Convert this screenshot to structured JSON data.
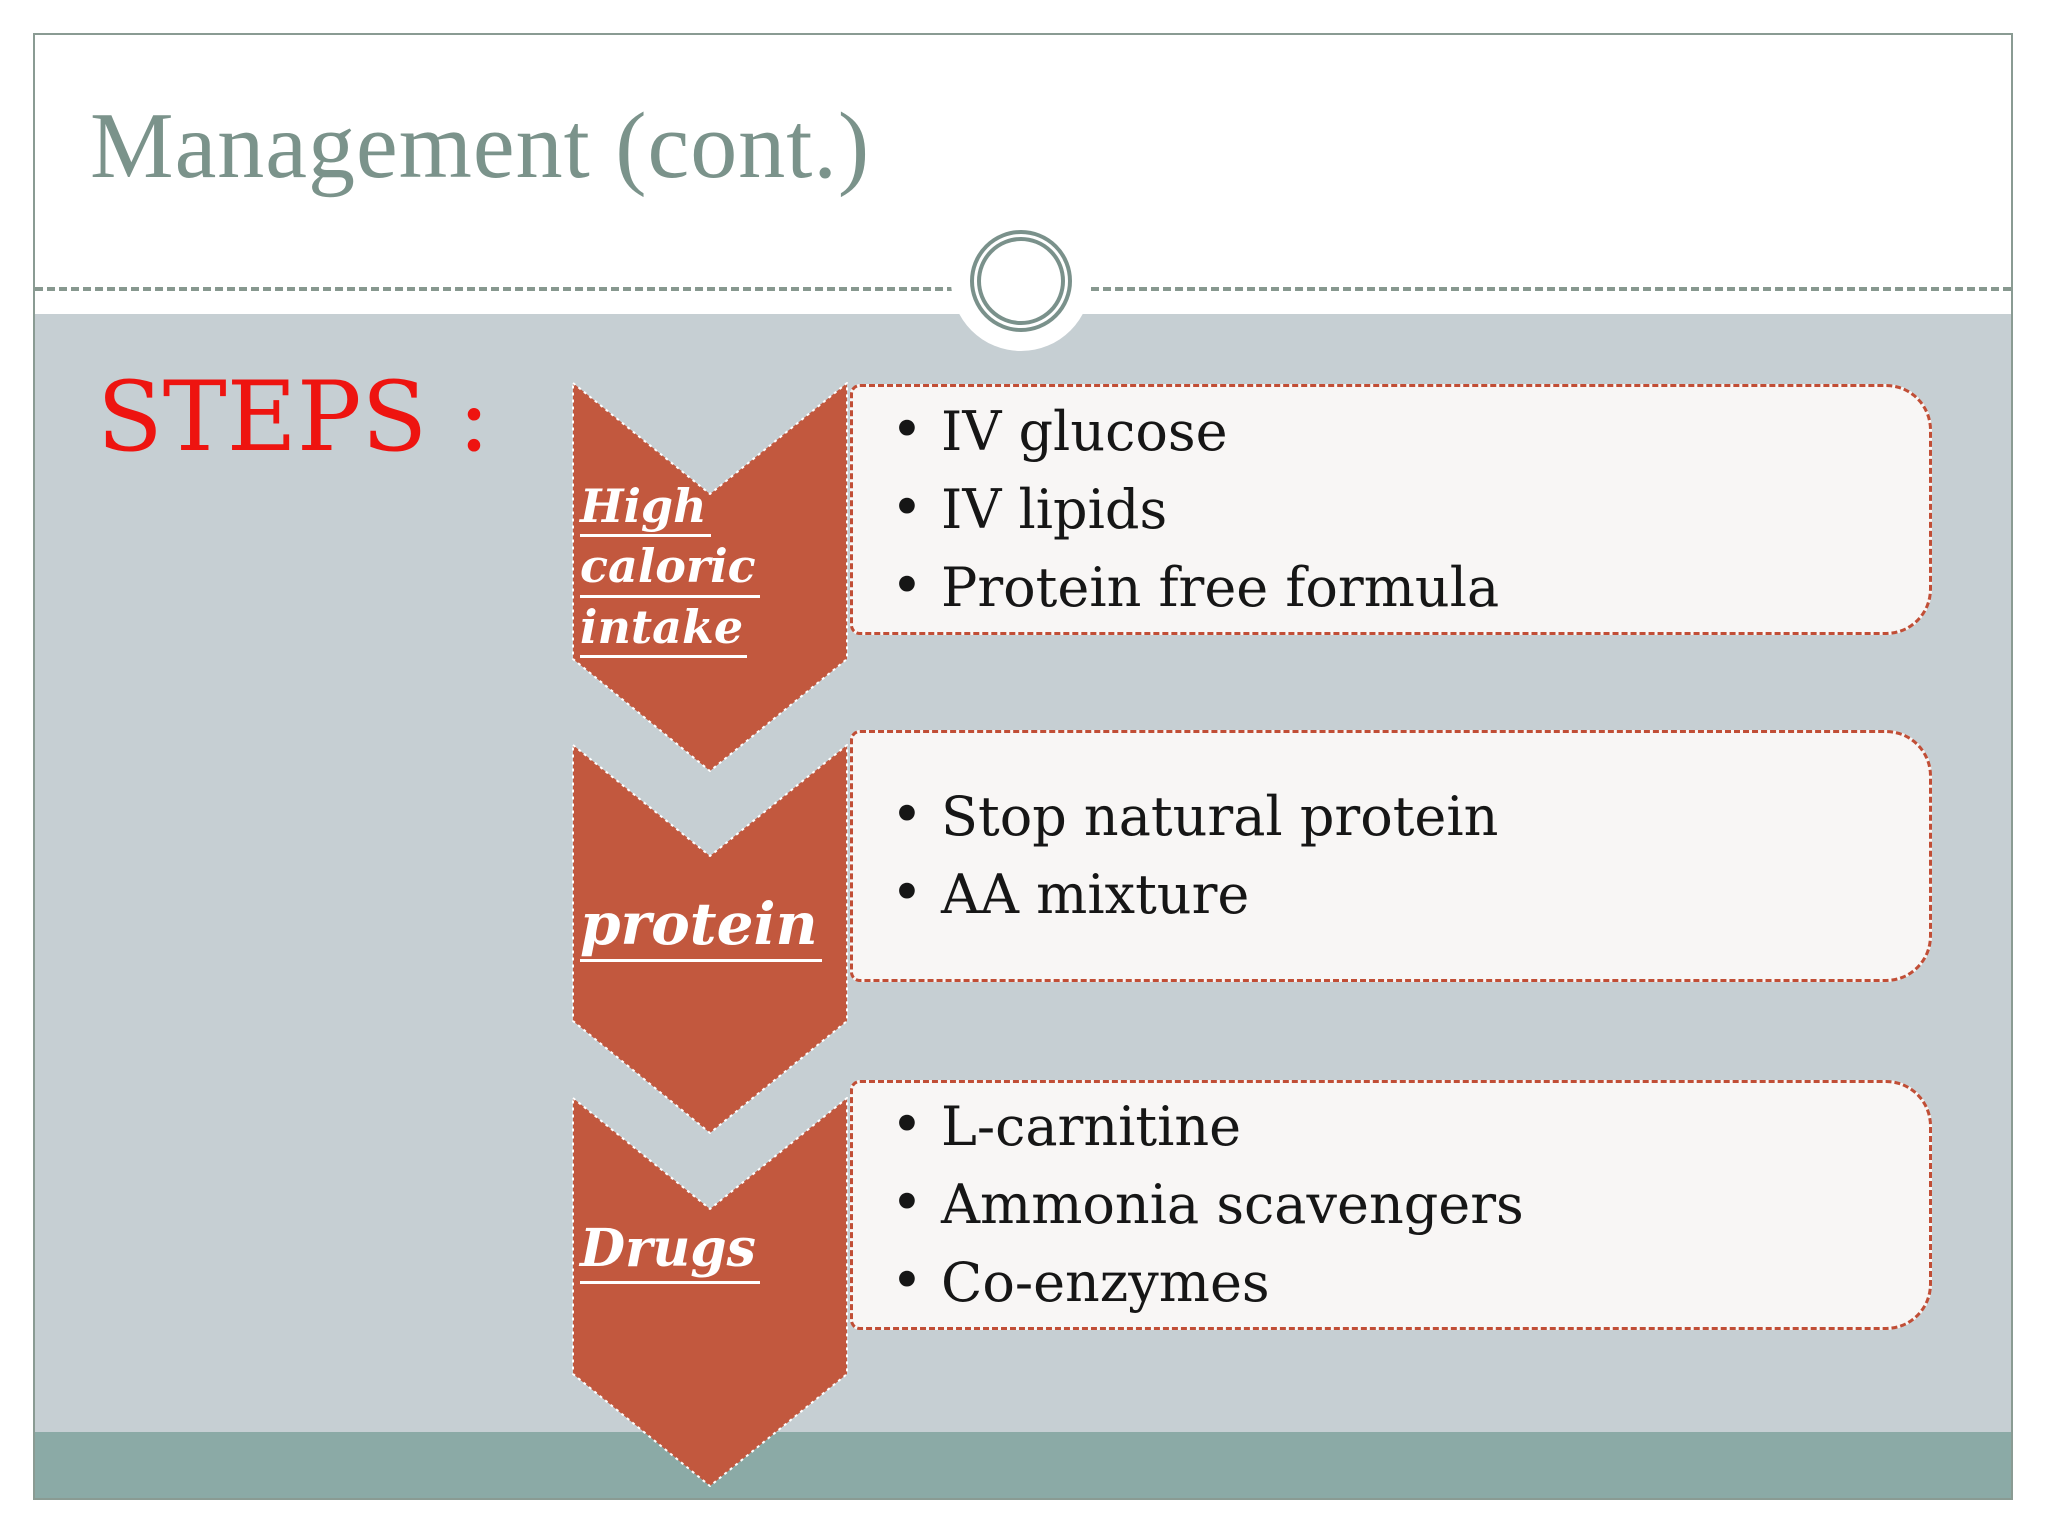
{
  "title": "Management (cont.)",
  "steps_heading": "STEPS :",
  "steps": [
    {
      "name": "high-caloric-intake",
      "label": "High caloric intake",
      "label_lines": [
        "High",
        "caloric",
        "intake"
      ],
      "bullets": [
        "IV glucose",
        "IV lipids",
        "Protein free formula"
      ]
    },
    {
      "name": "protein",
      "label": "protein",
      "label_lines": [
        "protein"
      ],
      "bullets": [
        "Stop natural protein",
        "AA mixture"
      ]
    },
    {
      "name": "drugs",
      "label": "Drugs",
      "label_lines": [
        "Drugs"
      ],
      "bullets": [
        "L-carnitine",
        "Ammonia scavengers",
        "Co-enzymes"
      ]
    }
  ],
  "colors": {
    "chevron_fill": "#c2583e",
    "box_border": "#c14e36",
    "box_fill": "#f8f6f5",
    "content_background": "#c6cfd3",
    "bottom_band": "#8baaa6",
    "title_text": "#7b938b",
    "steps_text": "#ee1410",
    "bullet_text": "#161616",
    "divider": "#87988f",
    "circle_ring": "#7a918b"
  }
}
